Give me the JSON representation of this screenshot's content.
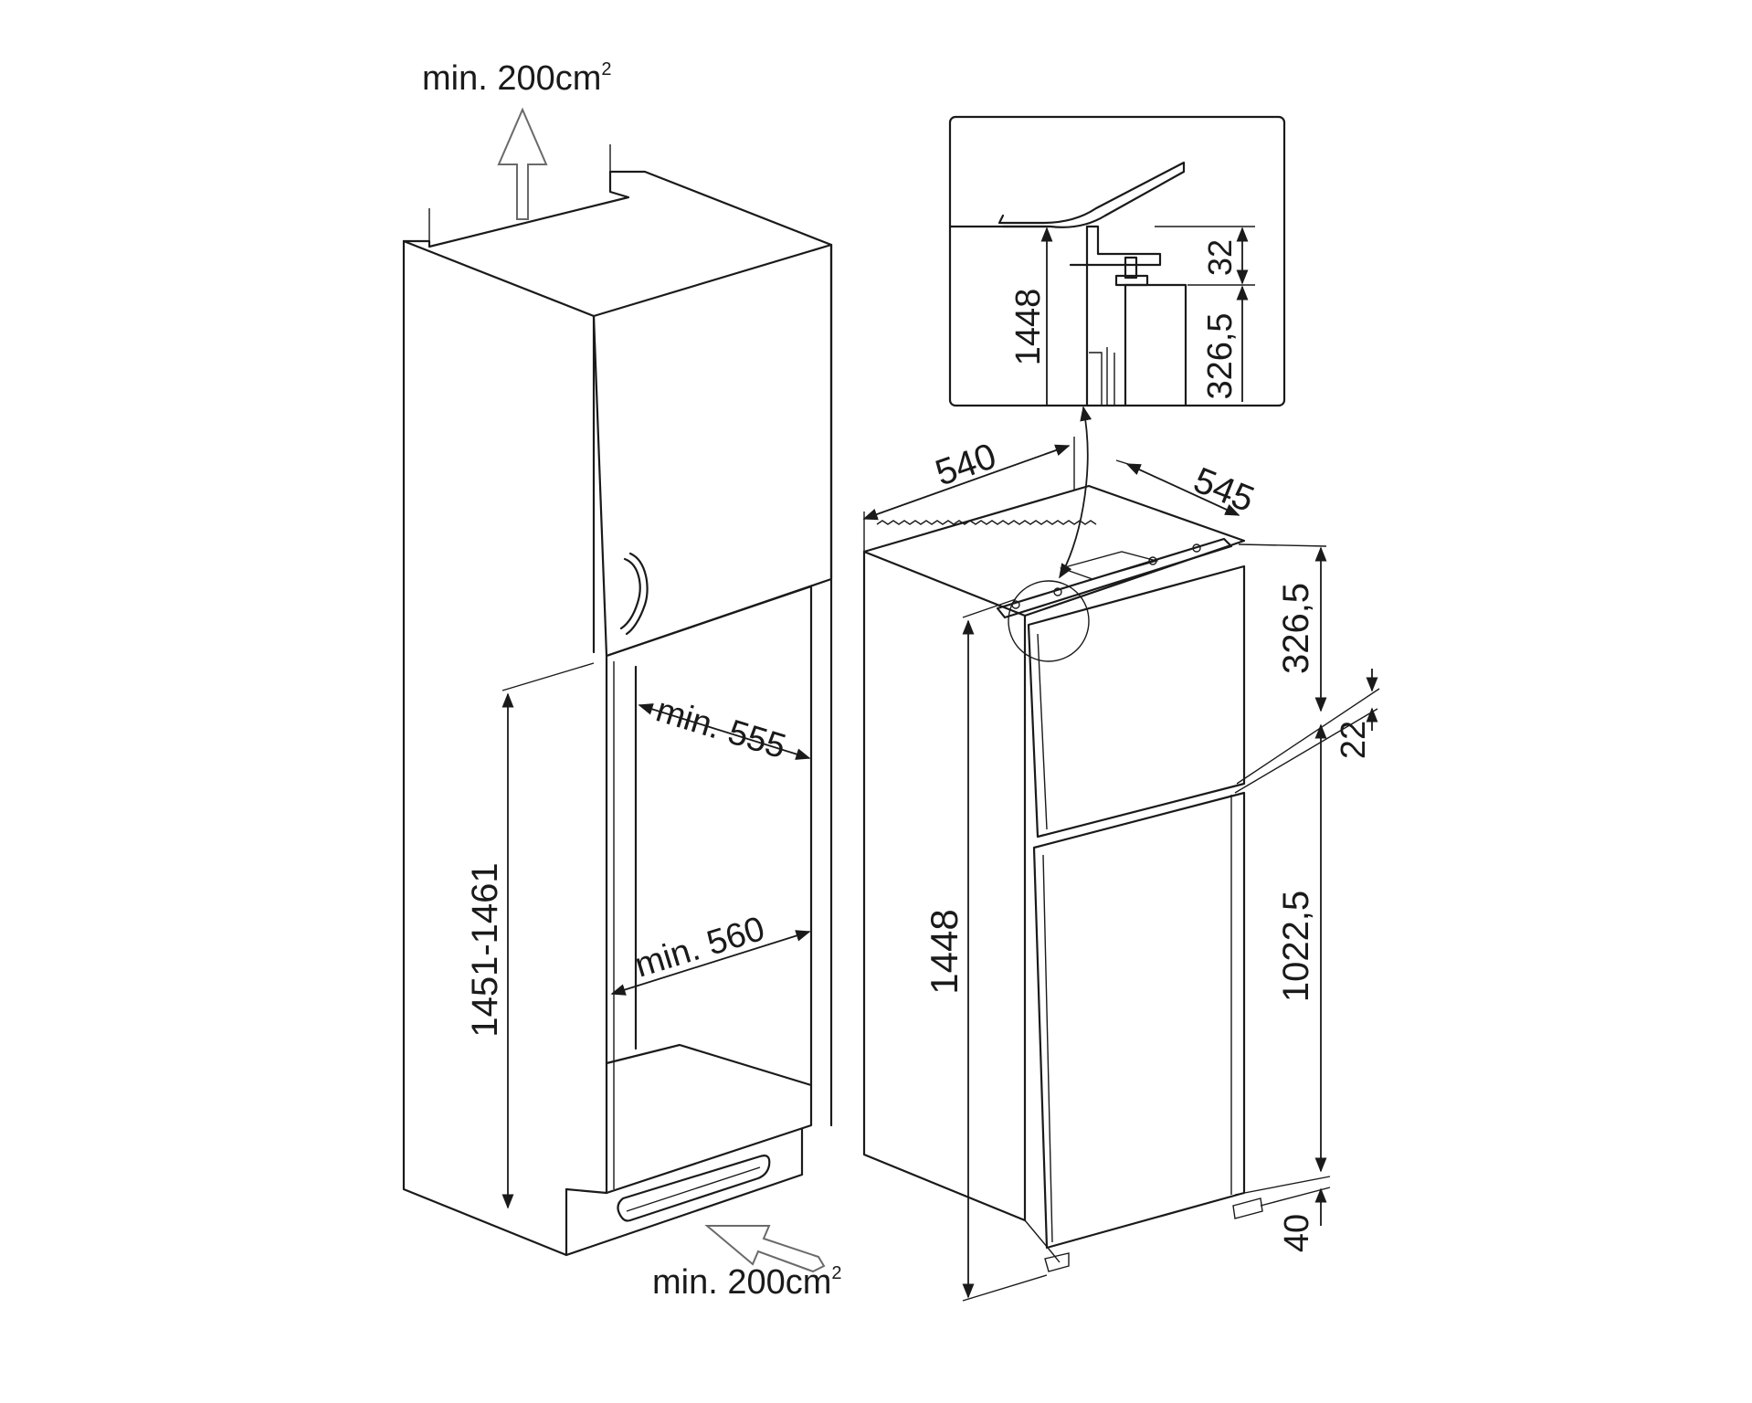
{
  "ventilation": {
    "top_label": "min. 200cm",
    "top_sup": "2",
    "bottom_label": "min. 200cm",
    "bottom_sup": "2"
  },
  "niche": {
    "depth_label": "min. 555",
    "width_label": "min. 560",
    "height_label": "1451-1461"
  },
  "appliance": {
    "width_label": "540",
    "depth_label": "545",
    "height_label": "1448",
    "upper_door_label": "326,5",
    "gap_label": "22",
    "lower_door_label": "1022,5",
    "bottom_label": "40"
  },
  "detail": {
    "height_label": "1448",
    "top_offset_label": "32",
    "door_label": "326,5"
  }
}
